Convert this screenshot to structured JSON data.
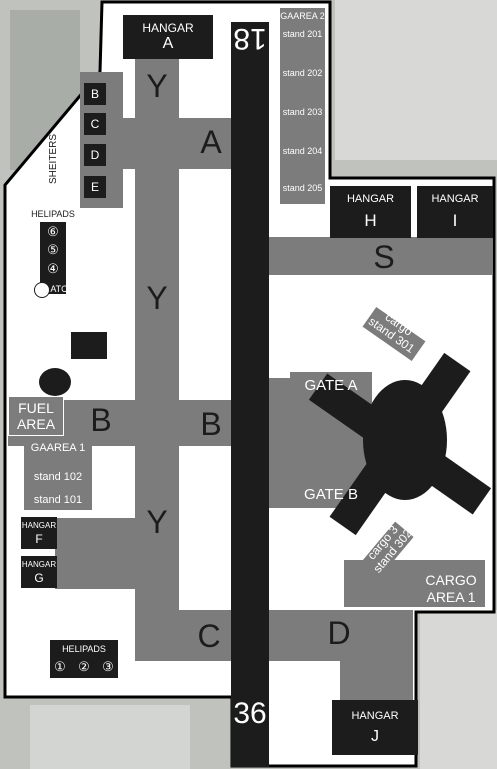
{
  "runway": {
    "north": "18",
    "south": "36"
  },
  "taxiways": {
    "y1": "Y",
    "y2": "Y",
    "y3": "Y",
    "a": "A",
    "b_left": "B",
    "b_right": "B",
    "c": "C",
    "d": "D",
    "s": "S"
  },
  "hangars": {
    "a": {
      "title": "HANGAR",
      "id": "A"
    },
    "h": {
      "title": "HANGAR",
      "id": "H"
    },
    "i": {
      "title": "HANGAR",
      "id": "I"
    },
    "j": {
      "title": "HANGAR",
      "id": "J"
    },
    "f": {
      "title": "HANGAR",
      "id": "F"
    },
    "g": {
      "title": "HANGAR",
      "id": "G"
    }
  },
  "shelters": {
    "title": "SHEITERS",
    "items": [
      "B",
      "C",
      "D",
      "E"
    ]
  },
  "helipads_upper": {
    "title": "HELIPADS",
    "pads": [
      "⑥",
      "⑤",
      "④"
    ],
    "atc": "ATC"
  },
  "helipads_lower": {
    "title": "HELIPADS",
    "pads": [
      "①",
      "②",
      "③"
    ]
  },
  "ga_area_2": {
    "title": "GAAREA 2",
    "stands": [
      "stand 201",
      "stand 202",
      "stand 203",
      "stand 204",
      "stand 205"
    ]
  },
  "ga_area_1": {
    "title": "GAAREA 1",
    "stands": [
      "stand 102",
      "stand 101"
    ]
  },
  "fuel_area": {
    "line1": "FUEL",
    "line2": "AREA"
  },
  "terminal": {
    "gate_a": "GATE A",
    "gate_b": "GATE B"
  },
  "cargo": {
    "stand_301": "cargo\nstand 301",
    "stand_302": "cargo 3\nstand 302",
    "area_1": "CARGO\nAREA 1"
  },
  "colors": {
    "taxiway": "#7c7c7c",
    "runway": "#1c1c1c",
    "ground": "#ffffff",
    "surroundings": "#bfc2bd"
  }
}
